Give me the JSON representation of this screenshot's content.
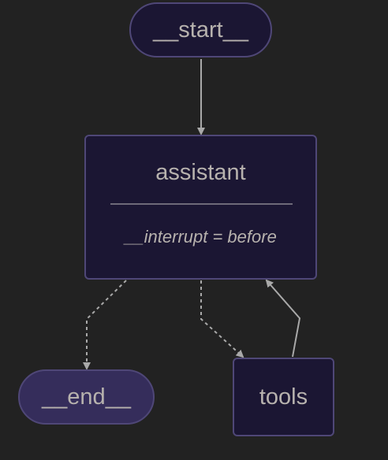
{
  "diagram": {
    "nodes": {
      "start": {
        "label": "__start__"
      },
      "assistant": {
        "label": "assistant",
        "metadata": "__interrupt = before"
      },
      "end": {
        "label": "__end__"
      },
      "tools": {
        "label": "tools"
      }
    },
    "edges": [
      {
        "from": "__start__",
        "to": "assistant",
        "style": "solid"
      },
      {
        "from": "assistant",
        "to": "__end__",
        "style": "dashed"
      },
      {
        "from": "assistant",
        "to": "tools",
        "style": "dashed"
      },
      {
        "from": "tools",
        "to": "assistant",
        "style": "solid"
      }
    ],
    "colors": {
      "background": "#222222",
      "node_fill": "#1b1633",
      "end_node_fill": "#352d5b",
      "node_border": "#4f4777",
      "text": "#b7b2ae",
      "edge": "#a9a9a9"
    }
  }
}
